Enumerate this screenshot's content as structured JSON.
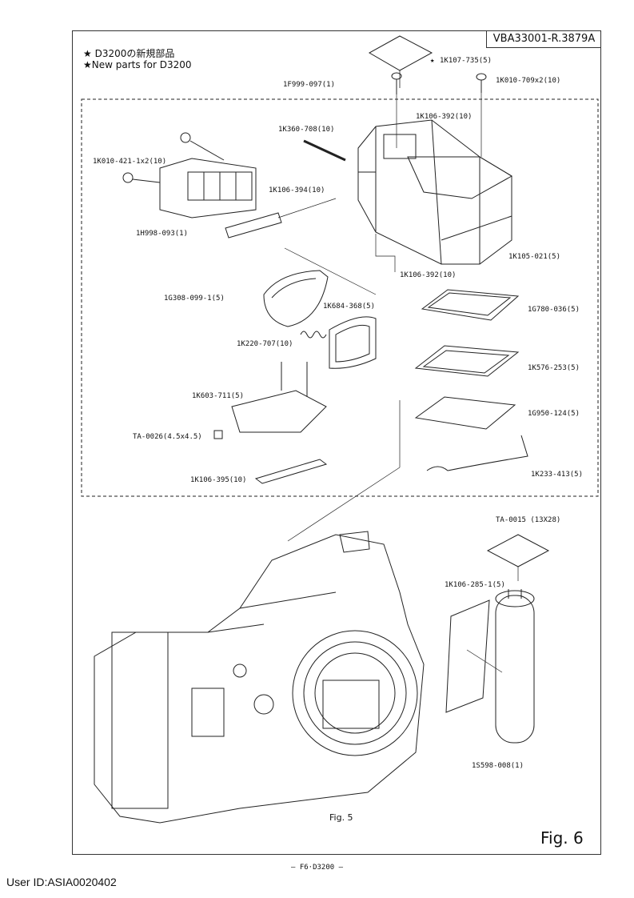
{
  "doc_id": "VBA33001-R.3879A",
  "legend": {
    "line_jp": "★ D3200の新規部品",
    "line_en": "★New parts for D3200"
  },
  "parts": [
    {
      "name": "1K107-735(5)",
      "star": true
    },
    {
      "name": "1K010-709x2(10)"
    },
    {
      "name": "1F999-097(1)"
    },
    {
      "name": "1K106-392(10)"
    },
    {
      "name": "1K360-708(10)"
    },
    {
      "name": "1K010-421-1x2(10)"
    },
    {
      "name": "1K106-394(10)"
    },
    {
      "name": "1H998-093(1)"
    },
    {
      "name": "1K105-021(5)"
    },
    {
      "name": "1K106-392(10)"
    },
    {
      "name": "1G308-099-1(5)"
    },
    {
      "name": "1K684-368(5)"
    },
    {
      "name": "1G780-036(5)"
    },
    {
      "name": "1K220-707(10)"
    },
    {
      "name": "1K576-253(5)"
    },
    {
      "name": "1K603-711(5)"
    },
    {
      "name": "1G950-124(5)"
    },
    {
      "name": "TA-0026(4.5x4.5)"
    },
    {
      "name": "1K233-413(5)"
    },
    {
      "name": "1K106-395(10)"
    },
    {
      "name": "TA-0015 (13X28)"
    },
    {
      "name": "1K106-285-1(5)"
    },
    {
      "name": "1S598-008(1)"
    }
  ],
  "star_mark": "★",
  "fig_inner": "Fig. 5",
  "fig_outer": "Fig. 6",
  "footer": "— F6·D3200 —",
  "user_id": "User ID:ASIA0020402"
}
